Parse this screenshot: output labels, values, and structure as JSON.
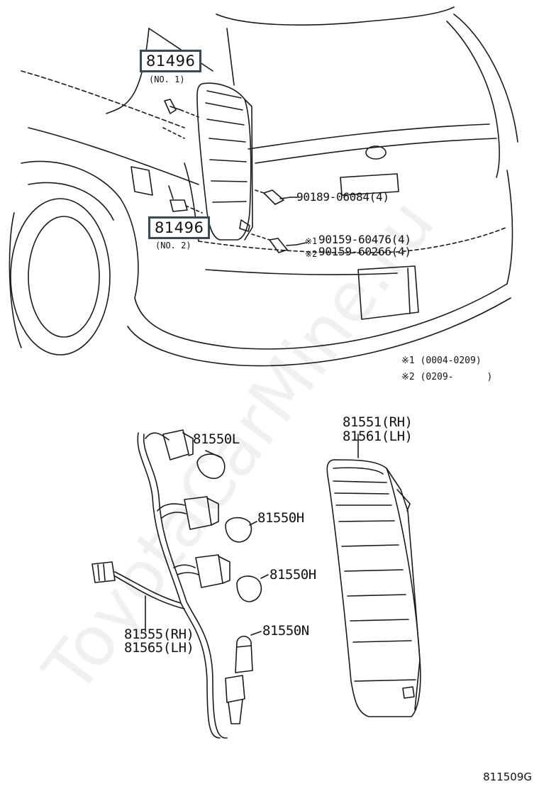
{
  "diagram": {
    "callouts": {
      "clip_no1_part": "81496",
      "clip_no1_note": "(NO. 1)",
      "clip_no2_part": "81496",
      "clip_no2_note": "(NO. 2)",
      "screw_part": "90189-06084(4)",
      "bolt_part_1_mark": "※1",
      "bolt_part_1": "90159-60476(4)",
      "bolt_part_2_mark": "※2",
      "bolt_part_2": "90159-60266(4)",
      "footnote_1": "※1 (0004-0209)",
      "footnote_2": "※2 (0209-      )",
      "lamp_lens_rh": "81551(RH)",
      "lamp_lens_lh": "81561(LH)",
      "bulb_top": "81550L",
      "bulb_upper_mid": "81550H",
      "bulb_lower_mid": "81550H",
      "bulb_bottom": "81550N",
      "socket_wire_rh": "81555(RH)",
      "socket_wire_lh": "81565(LH)"
    },
    "watermark": "ToyotaCarMine.ru",
    "figure_id": "811509G"
  }
}
